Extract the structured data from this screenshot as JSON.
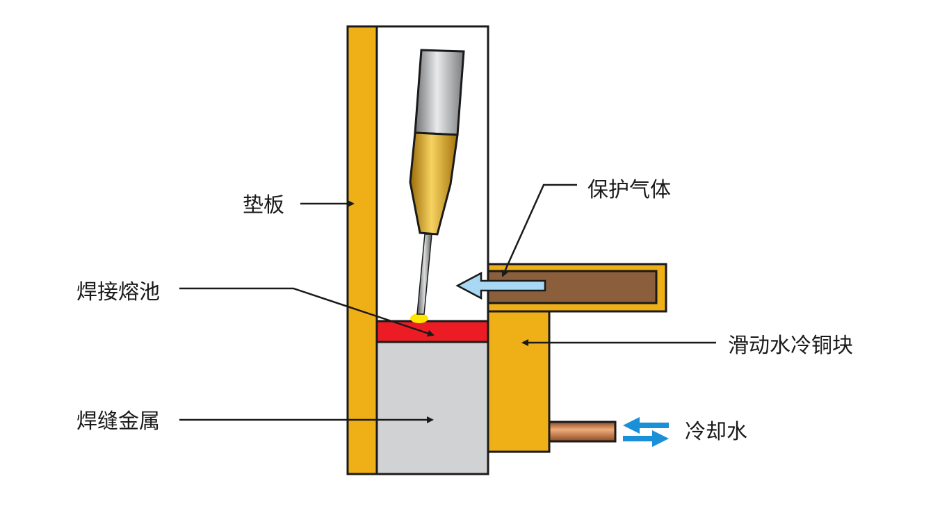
{
  "labels": {
    "backing_plate": "垫板",
    "shielding_gas": "保护气体",
    "weld_pool": "焊接熔池",
    "sliding_copper_block": "滑动水冷铜块",
    "weld_metal": "焊缝金属",
    "cooling_water": "冷却水"
  },
  "colors": {
    "backing_plate": "#eeaf17",
    "copper_shoe": "#eeaf17",
    "weld_pool": "#ec1c24",
    "weld_metal": "#d1d2d4",
    "gas_nozzle": "#8b5e3c",
    "cooling_pipe": "#c77b4a",
    "gas_arrow": "#a9d8f4",
    "water_arrows": "#1a90d6",
    "droplet": "#ffe600",
    "outline": "#1a1a1a"
  }
}
